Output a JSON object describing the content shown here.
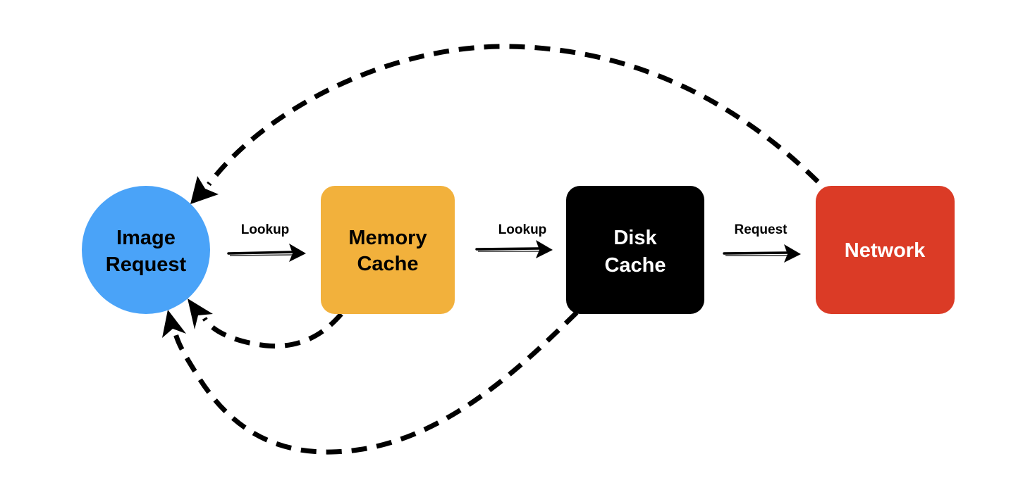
{
  "nodes": {
    "image_request": {
      "line1": "Image",
      "line2": "Request",
      "color": "#4aa3f8",
      "text_color": "#000000"
    },
    "memory_cache": {
      "line1": "Memory",
      "line2": "Cache",
      "color": "#f2b13c",
      "text_color": "#000000"
    },
    "disk_cache": {
      "line1": "Disk",
      "line2": "Cache",
      "color": "#000000",
      "text_color": "#ffffff"
    },
    "network": {
      "label": "Network",
      "color": "#db3b26",
      "text_color": "#ffffff"
    }
  },
  "edges": {
    "request_to_memory": {
      "label": "Lookup"
    },
    "memory_to_disk": {
      "label": "Lookup"
    },
    "disk_to_network": {
      "label": "Request"
    }
  },
  "edge_color": "#000000"
}
